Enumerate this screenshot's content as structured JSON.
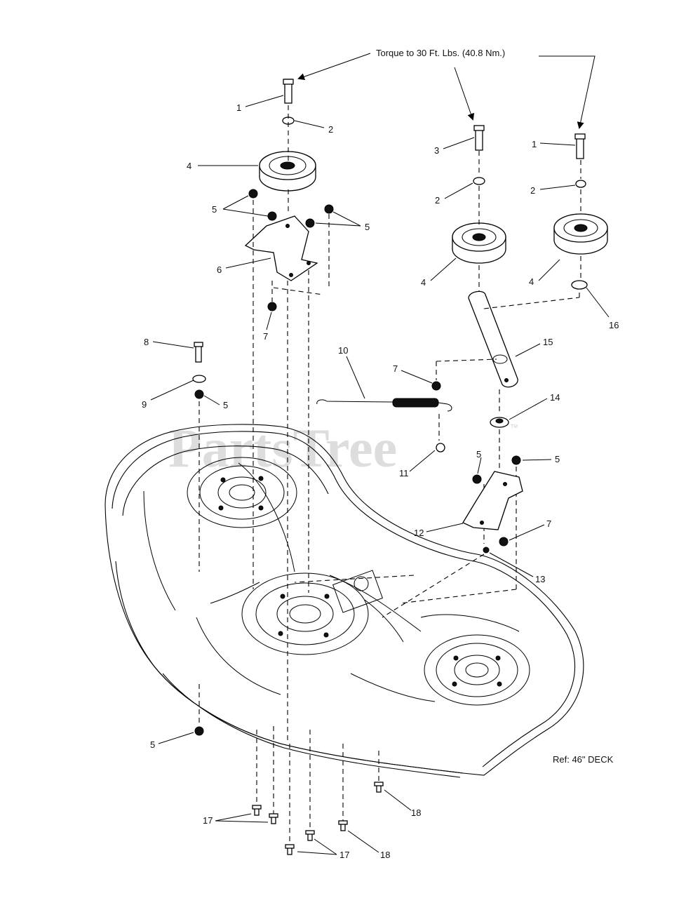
{
  "watermark": {
    "text": "PartsTree",
    "trademark": "TM"
  },
  "annotations": {
    "torque_note": "Torque to 30 Ft. Lbs. (40.8 Nm.)",
    "reference_note": "Ref: 46\" DECK"
  },
  "callouts": [
    {
      "label": "1"
    },
    {
      "label": "2"
    },
    {
      "label": "4"
    },
    {
      "label": "5"
    },
    {
      "label": "5"
    },
    {
      "label": "6"
    },
    {
      "label": "7"
    },
    {
      "label": "8"
    },
    {
      "label": "9"
    },
    {
      "label": "5"
    },
    {
      "label": "3"
    },
    {
      "label": "2"
    },
    {
      "label": "4"
    },
    {
      "label": "1"
    },
    {
      "label": "2"
    },
    {
      "label": "4"
    },
    {
      "label": "16"
    },
    {
      "label": "15"
    },
    {
      "label": "10"
    },
    {
      "label": "7"
    },
    {
      "label": "14"
    },
    {
      "label": "11"
    },
    {
      "label": "5"
    },
    {
      "label": "5"
    },
    {
      "label": "12"
    },
    {
      "label": "7"
    },
    {
      "label": "13"
    },
    {
      "label": "5"
    },
    {
      "label": "17"
    },
    {
      "label": "17"
    },
    {
      "label": "18"
    },
    {
      "label": "18"
    }
  ]
}
